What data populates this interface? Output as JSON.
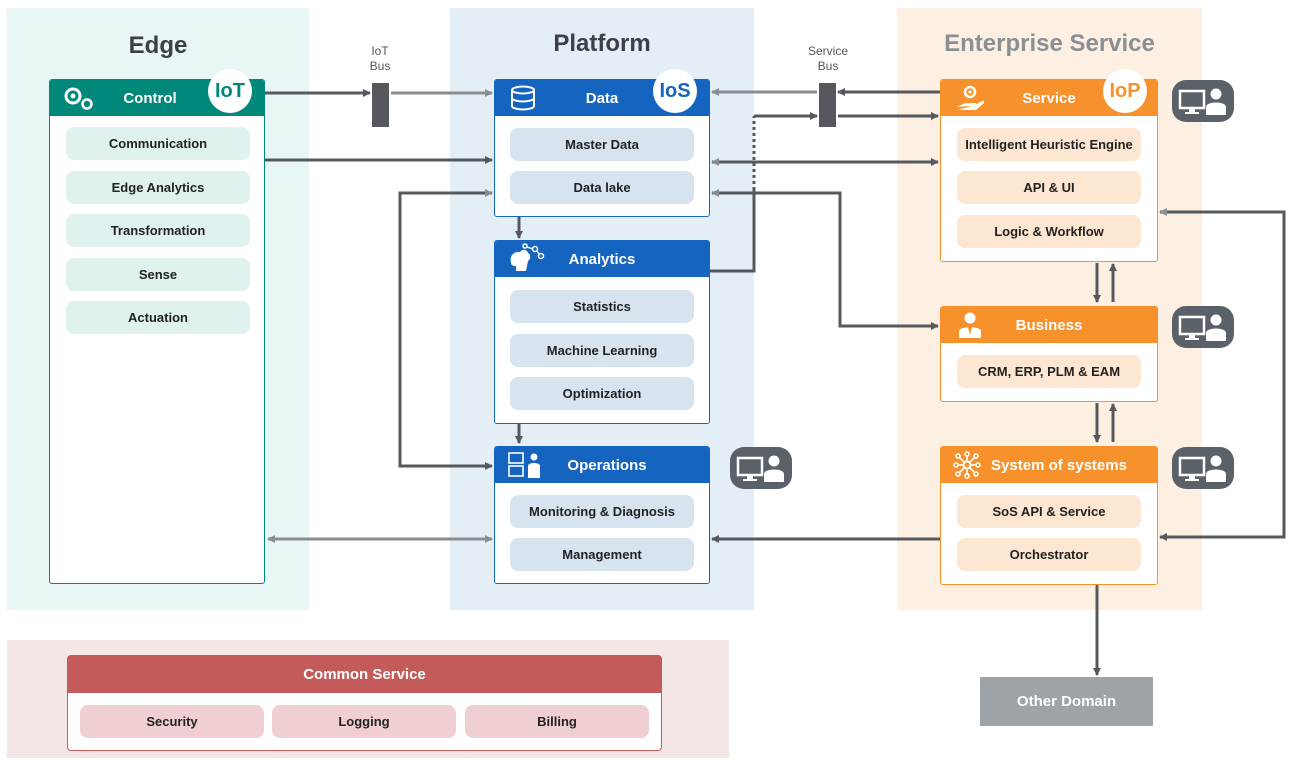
{
  "zones": {
    "edge": "Edge",
    "platform": "Platform",
    "enterprise": "Enterprise Service"
  },
  "buses": {
    "iot": "IoT\nBus",
    "service": "Service\nBus"
  },
  "control": {
    "title": "Control",
    "badge": "IoT",
    "items": [
      "Communication",
      "Edge Analytics",
      "Transformation",
      "Sense",
      "Actuation"
    ]
  },
  "data_card": {
    "title": "Data",
    "badge": "IoS",
    "items": [
      "Master Data",
      "Data lake"
    ]
  },
  "analytics": {
    "title": "Analytics",
    "items": [
      "Statistics",
      "Machine Learning",
      "Optimization"
    ]
  },
  "operations": {
    "title": "Operations",
    "items": [
      "Monitoring & Diagnosis",
      "Management"
    ]
  },
  "service": {
    "title": "Service",
    "badge": "IoP",
    "items": [
      "Intelligent Heuristic Engine",
      "API & UI",
      "Logic & Workflow"
    ]
  },
  "business": {
    "title": "Business",
    "items": [
      "CRM, ERP, PLM & EAM"
    ]
  },
  "sos": {
    "title": "System of systems",
    "items": [
      "SoS API & Service",
      "Orchestrator"
    ]
  },
  "other_domain": "Other Domain",
  "common": {
    "title": "Common Service",
    "items": [
      "Security",
      "Logging",
      "Billing"
    ]
  },
  "colors": {
    "teal": "#00897b",
    "blue": "#1565c0",
    "orange": "#f7912b",
    "red": "#c45b5b",
    "grey": "#9ea3a7",
    "edge_bg": "#e8f6f5",
    "platform_bg": "#e4eef7",
    "enterprise_bg": "#fdefe2",
    "common_bg": "#f5e6e6"
  },
  "icons": {
    "control": "gears-icon",
    "data": "database-icon",
    "analytics": "brain-network-icon",
    "operations": "operator-workstation-icon",
    "service": "hand-gear-icon",
    "business": "businessman-icon",
    "sos": "network-hub-icon",
    "user": "monitor-user-icon"
  }
}
